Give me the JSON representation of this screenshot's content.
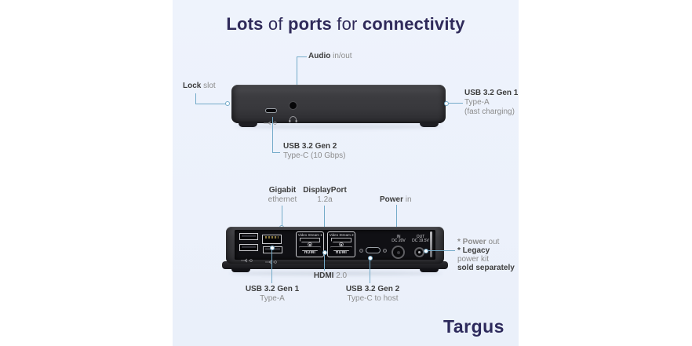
{
  "colors": {
    "panel_bg": "#edf2fb",
    "leader_line": "#74abc9",
    "title_text": "#2f2a5a",
    "label_dark": "#3d3d3d",
    "label_gray": "#8c8c8c",
    "device_body": "#39393b",
    "logo_navy": "#2d2a5c"
  },
  "title": {
    "p1": "Lots",
    "p2": " of ",
    "p3": "ports",
    "p4": " for ",
    "p5": "connectivity"
  },
  "front_view": {
    "audio": {
      "bold": "Audio",
      "rest": " in/out"
    },
    "lock": {
      "bold": "Lock",
      "rest": " slot"
    },
    "usb_a": {
      "line1": "USB 3.2 Gen 1",
      "line2": "Type-A",
      "line3": "(fast charging)"
    },
    "usb_c": {
      "line1": "USB 3.2 Gen 2",
      "line2": "Type-C (10 Gbps)"
    }
  },
  "rear_view": {
    "gigabit": {
      "line1": "Gigabit",
      "line2": "ethernet"
    },
    "displayport": {
      "line1": "DisplayPort",
      "line2": "1.2a"
    },
    "power_in": {
      "bold": "Power",
      "rest": " in"
    },
    "hdmi": {
      "bold": "HDMI",
      "rest": " 2.0"
    },
    "usb_a": {
      "line1": "USB 3.2 Gen 1",
      "line2": "Type-A"
    },
    "usb_c": {
      "line1": "USB 3.2 Gen 2",
      "line2": "Type-C to host"
    },
    "power_out": {
      "line1_bold": "* Power",
      "line1_rest": " out",
      "line2": "* Legacy",
      "line3": "power kit",
      "line4": "sold separately"
    },
    "port_markings": {
      "video_stream_1": "Video Stream 1",
      "video_stream_2": "Video Stream 2",
      "hdmi_port": "HDMI",
      "power_in_line1": "IN",
      "power_in_line2": "DC 20V",
      "power_out_line1": "OUT",
      "power_out_line2": "DC 19.5V"
    }
  },
  "logo": "Targus"
}
